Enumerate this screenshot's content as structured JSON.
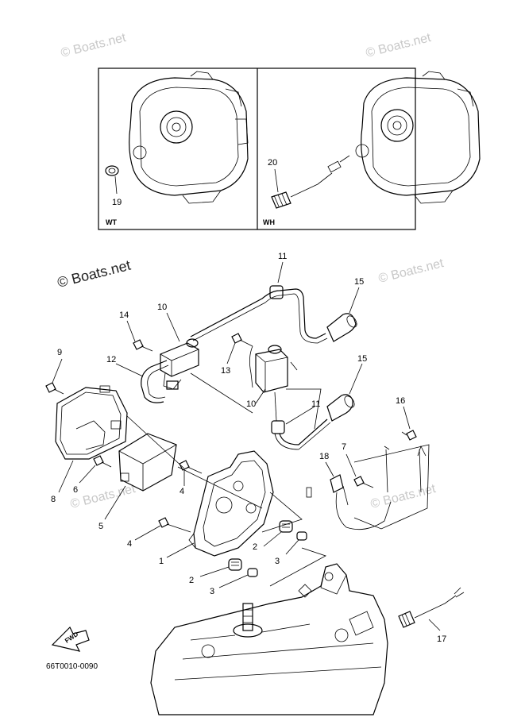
{
  "watermarks": [
    "© Boats.net",
    "© Boats.net",
    "© Boats.net",
    "© Boats.net",
    "© Boats.net",
    "© Boats.net"
  ],
  "insets": {
    "left_label": "WT",
    "right_label": "WH"
  },
  "callouts": {
    "c1": "1",
    "c2a": "2",
    "c2b": "2",
    "c3a": "3",
    "c3b": "3",
    "c4a": "4",
    "c4b": "4",
    "c5": "5",
    "c6": "6",
    "c7": "7",
    "c8": "8",
    "c9": "9",
    "c10a": "10",
    "c10b": "10",
    "c11a": "11",
    "c11b": "11",
    "c12": "12",
    "c13": "13",
    "c14": "14",
    "c15a": "15",
    "c15b": "15",
    "c16": "16",
    "c17": "17",
    "c18": "18",
    "c19": "19",
    "c20": "20"
  },
  "fwd_label": "FWD",
  "diagram_code": "66T0010-0090"
}
